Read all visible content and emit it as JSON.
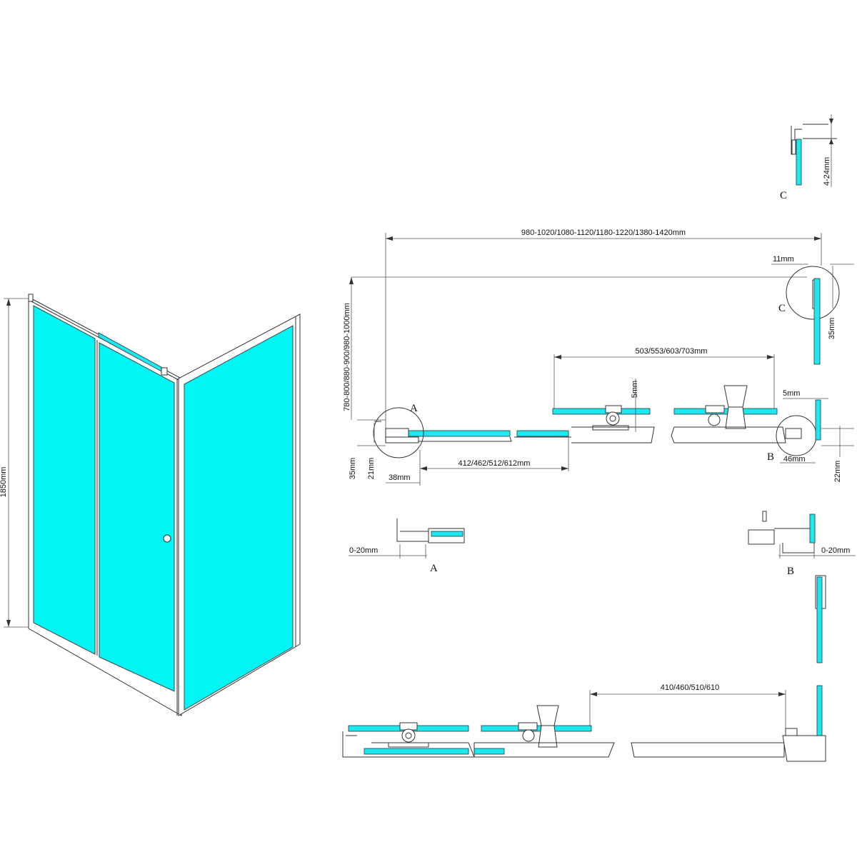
{
  "colors": {
    "glass": "#00f5f5",
    "line": "#333333",
    "background": "#ffffff"
  },
  "dimensions": {
    "height": "1850mm",
    "total_width": "980-1020/1080-1120/1180-1220/1380-1420mm",
    "side_width": "780-800/880-900/980-1000mm",
    "door_opening": "503/553/603/703mm",
    "panel_412": "412/462/512/612mm",
    "bottom_410": "410/460/510/610",
    "d_11": "11mm",
    "d_35_c": "35mm",
    "d_4_24": "4-24mm",
    "d_5_a": "5mm",
    "d_5_b": "5mm",
    "d_35_a": "35mm",
    "d_21": "21mm",
    "d_38": "38mm",
    "d_46": "46mm",
    "d_22": "22mm",
    "adj_left": "0-20mm",
    "adj_right": "0-20mm"
  },
  "details": {
    "a_main": "A",
    "b_main": "B",
    "c_main": "C",
    "c_top": "C",
    "a_sub": "A",
    "b_sub": "B"
  }
}
